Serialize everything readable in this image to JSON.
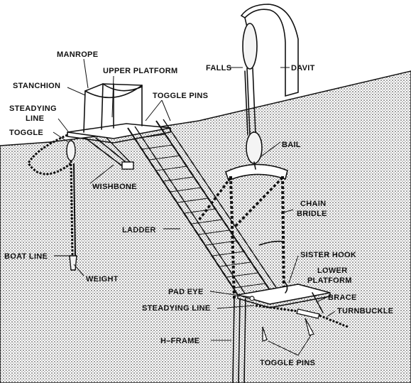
{
  "labels": {
    "manrope": "MANROPE",
    "upper_platform": "UPPER PLATFORM",
    "falls": "FALLS",
    "davit": "DAVIT",
    "stanchion": "STANCHION",
    "toggle_pins_upper": "TOGGLE PINS",
    "steadying_line_1": "STEADYING",
    "steadying_line_2": "LINE",
    "toggle": "TOGGLE",
    "bail": "BAIL",
    "wishbone": "WISHBONE",
    "chain_bridle_1": "CHAIN",
    "chain_bridle_2": "BRIDLE",
    "ladder": "LADDER",
    "boat_line": "BOAT LINE",
    "sister_hook": "SISTER HOOK",
    "lower_platform_1": "LOWER",
    "lower_platform_2": "PLATFORM",
    "weight": "WEIGHT",
    "pad_eye": "PAD EYE",
    "brace": "BRACE",
    "steadying_line_lower": "STEADYING LINE",
    "turnbuckle": "TURNBUCKLE",
    "h_frame": "H–FRAME",
    "toggle_pins_lower": "TOGGLE PINS"
  }
}
